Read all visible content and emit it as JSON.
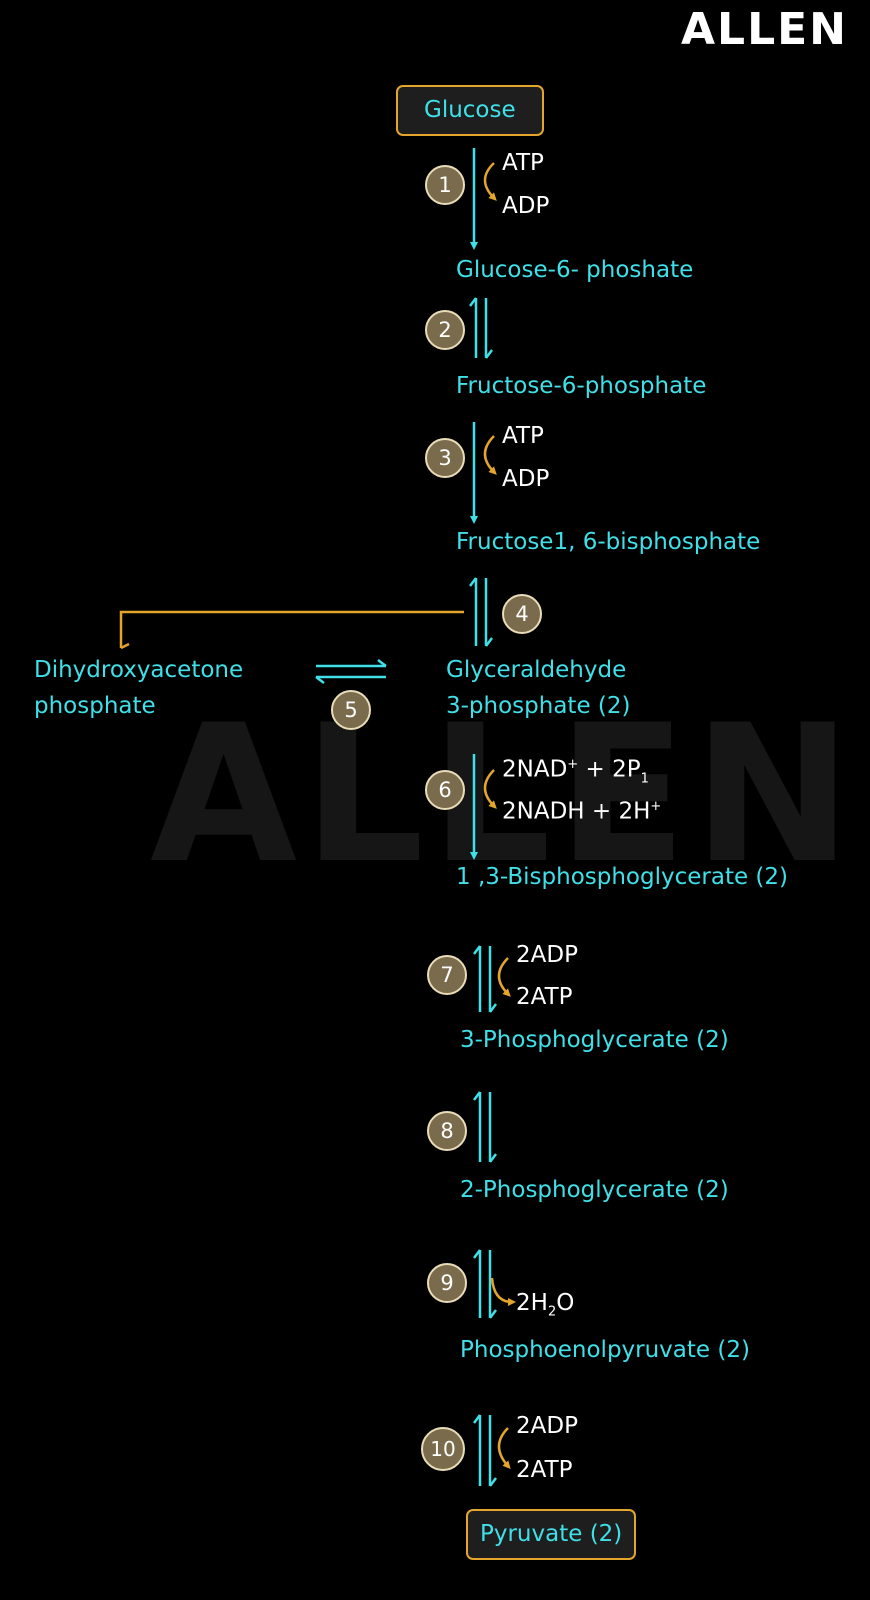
{
  "brand": "ALLEN",
  "start": "Glucose",
  "end": "Pyruvate (2)",
  "compounds": {
    "g6p": "Glucose-6- phoshate",
    "f6p": "Fructose-6-phosphate",
    "f16bp": "Fructose1, 6-bisphosphate",
    "dhap_line1": "Dihydroxyacetone",
    "dhap_line2": "phosphate",
    "g3p_line1": "Glyceraldehyde",
    "g3p_line2": "3-phosphate (2)",
    "bpg": "1 ,3-Bisphosphoglycerate (2)",
    "pg3": "3-Phosphoglycerate (2)",
    "pg2": "2-Phosphoglycerate (2)",
    "pep": "Phosphoenolpyruvate (2)"
  },
  "cofactors": {
    "s1_in": "ATP",
    "s1_out": "ADP",
    "s3_in": "ATP",
    "s3_out": "ADP",
    "s6_in_a": "2NAD",
    "s6_in_sup": "+",
    "s6_in_b": " + 2P",
    "s6_in_sub": "1",
    "s6_out_a": "2NADH + 2H",
    "s6_out_sup": "+",
    "s7_in": "2ADP",
    "s7_out": "2ATP",
    "s9_a": "2H",
    "s9_sub": "2",
    "s9_b": "O",
    "s10_in": "2ADP",
    "s10_out": "2ATP"
  },
  "steps": [
    "1",
    "2",
    "3",
    "4",
    "5",
    "6",
    "7",
    "8",
    "9",
    "10"
  ],
  "colors": {
    "background": "#000000",
    "compound_text": "#3FE0E8",
    "arrow": "#3FE0E8",
    "cofactor_arrow": "#E3A52C",
    "box_border": "#E3A52C",
    "step_circle": "#7A6B4C",
    "cofactor_text": "#FFFFFF"
  }
}
